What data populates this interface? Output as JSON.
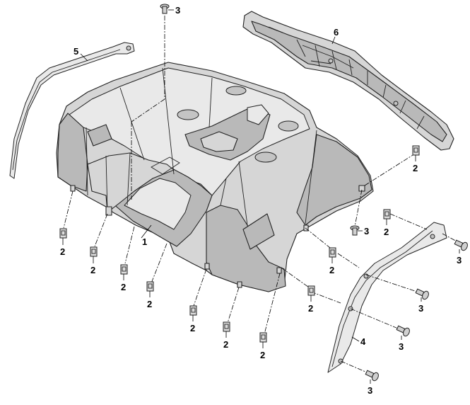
{
  "diagram": {
    "callouts": {
      "main_fender": "1",
      "clip_a": "2",
      "clip_b": "2",
      "clip_c": "2",
      "clip_d": "2",
      "clip_e": "2",
      "clip_f": "2",
      "clip_g": "2",
      "clip_h": "2",
      "clip_i": "2",
      "clip_j": "2",
      "bolt_top": "3",
      "bolt_center": "3",
      "bolt_right": "3",
      "bolt_mid": "3",
      "bolt_lower": "3",
      "bolt_bottom": "3",
      "right_flare": "4",
      "left_flare": "5",
      "rear_rack": "6"
    }
  }
}
